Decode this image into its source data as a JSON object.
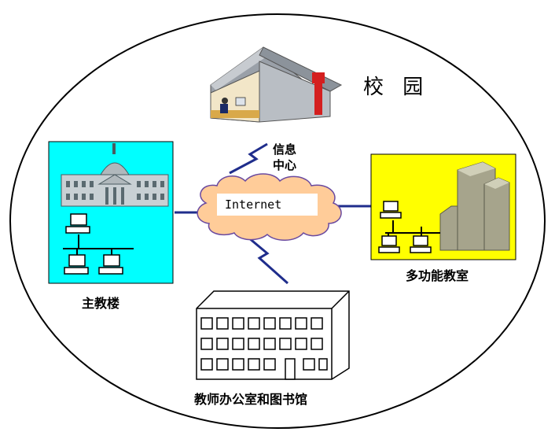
{
  "labels": {
    "campus": "校 园",
    "info_center": "信息\n中心",
    "internet": "Internet",
    "main_building": "主教楼",
    "multimedia_room": "多功能教室",
    "teacher_office_library": "教师办公室和图书馆"
  },
  "colors": {
    "main_building_panel": "#00ffff",
    "multimedia_panel": "#ffff00",
    "cloud_fill": "#ffcc99",
    "link_line": "#1f2d8c",
    "ellipse_stroke": "#000000"
  },
  "icons": [
    "house-icon",
    "capitol-building-icon",
    "workstation-icon",
    "server-towers-icon",
    "office-building-icon",
    "lightning-link-icon",
    "internet-cloud-icon"
  ]
}
